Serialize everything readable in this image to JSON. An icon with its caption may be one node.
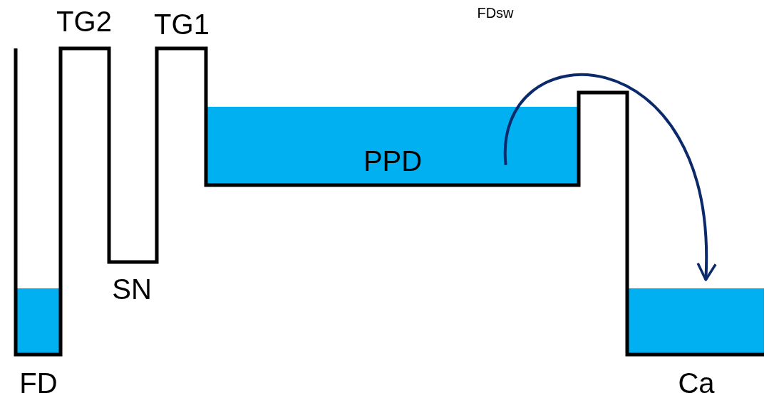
{
  "diagram": {
    "nodes": [
      {
        "text": [
          "FD"
        ]
      },
      {
        "text": [
          "PPD"
        ]
      },
      {
        "text": [
          "Ca"
        ]
      }
    ],
    "edges": [
      {
        "from": 1,
        "to": 2,
        "arrow": "to",
        "color": "#0b2a6b"
      }
    ],
    "labels": [
      "TG2",
      "TG1",
      "FDsw",
      "SN"
    ]
  }
}
